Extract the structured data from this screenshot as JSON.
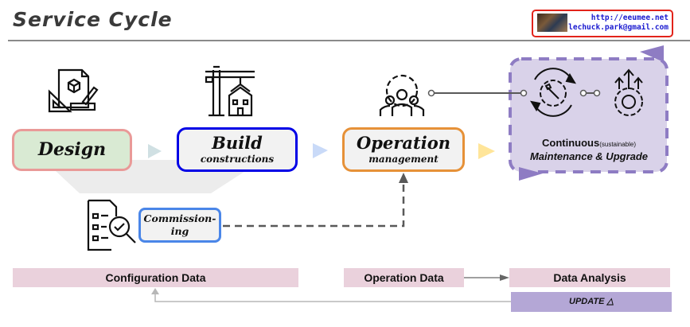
{
  "header": {
    "title": "Service Cycle",
    "contact": {
      "url": "http://eeumee.net",
      "email": "lechuck.park@gmail.com"
    }
  },
  "stages": {
    "design": {
      "label": "Design",
      "border_color": "#e99a98",
      "fill_color": "#d9ead3",
      "icon": "blueprint-design-icon"
    },
    "build": {
      "label": "Build",
      "sublabel": "constructions",
      "border_color": "#0000e6",
      "icon": "crane-house-icon"
    },
    "operation": {
      "label": "Operation",
      "sublabel": "management",
      "border_color": "#e69138",
      "icon": "team-gear-icon"
    },
    "commissioning": {
      "label_line1": "Commission-",
      "label_line2": "ing",
      "border_color": "#4a86e8",
      "icon": "checklist-inspection-icon"
    },
    "continuous": {
      "label": "Continuous",
      "label_note": "(sustainable)",
      "sublabel": "Maintenance & Upgrade",
      "fill_color": "#d9d2e9",
      "border_color": "#8e7cc3",
      "icons": [
        "maintenance-gear-icon",
        "upgrade-gear-icon"
      ]
    }
  },
  "flow_arrow_colors": [
    "#d0e0e3",
    "#c9daf8",
    "#ffe599"
  ],
  "data_layer": {
    "configuration_data": "Configuration Data",
    "operation_data": "Operation Data",
    "data_analysis": "Data Analysis",
    "update": "UPDATE △",
    "bar_color": "#ead1dc",
    "update_color": "#b4a7d6"
  }
}
